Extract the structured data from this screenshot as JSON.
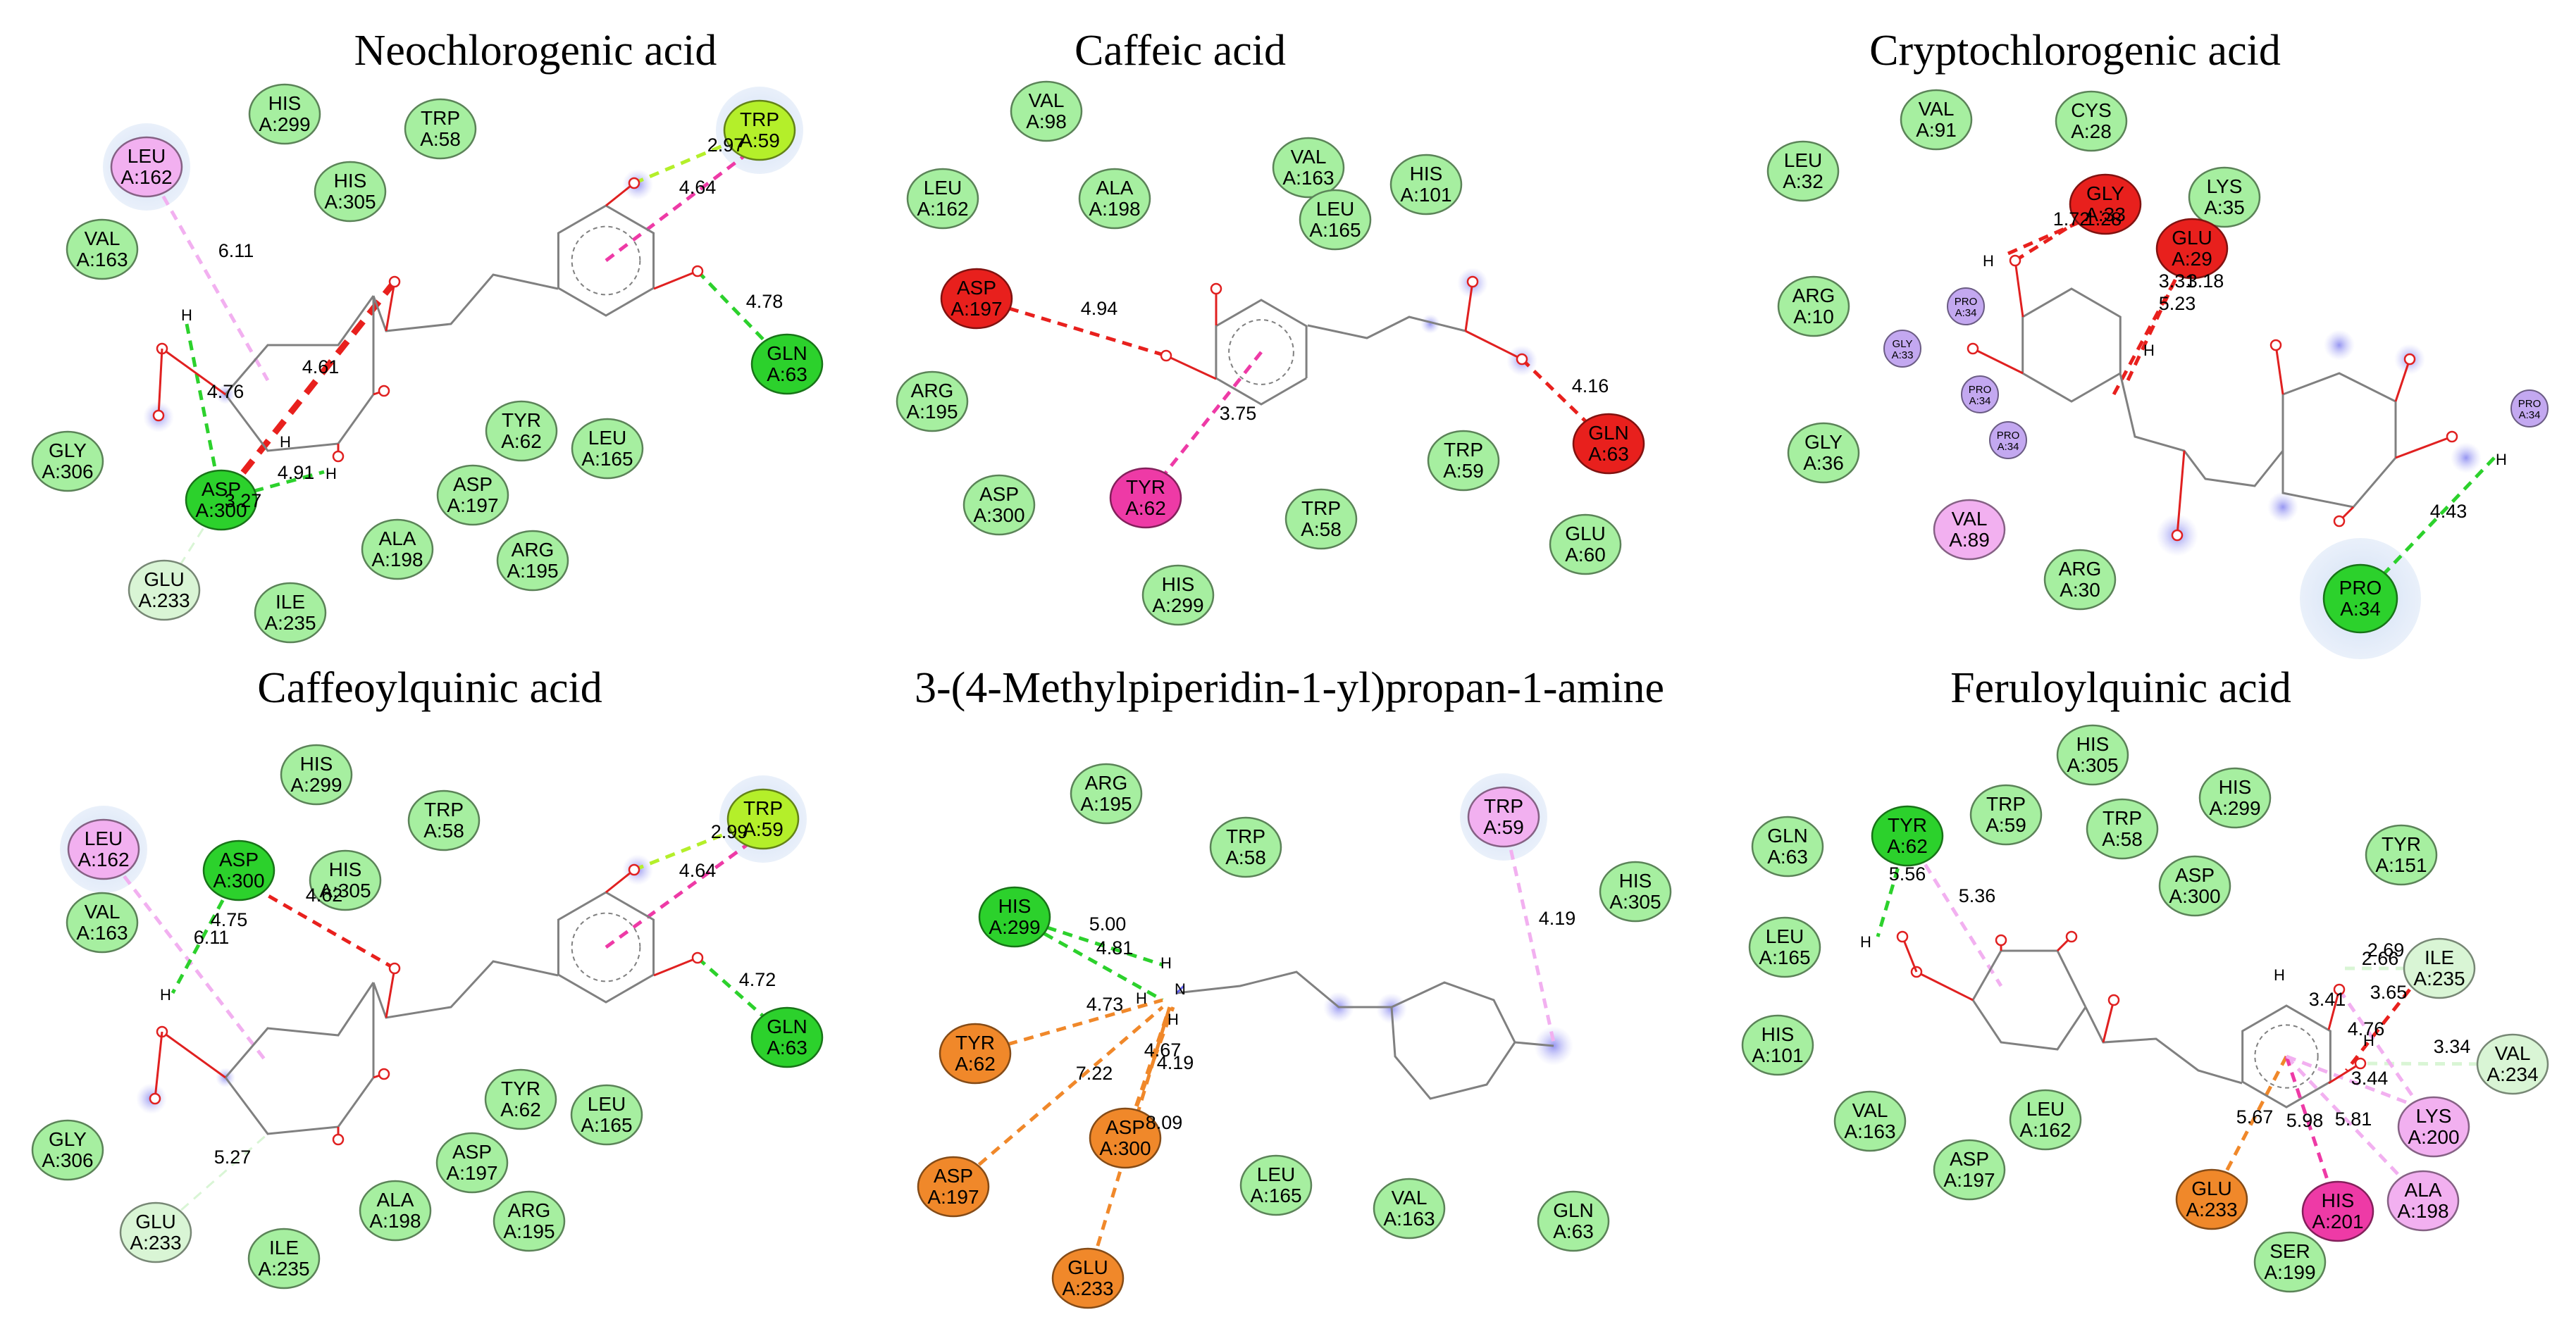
{
  "titles": {
    "p1": "Neochlorogenic acid",
    "p2": "Caffeic acid",
    "p3": "Cryptochlorogenic acid",
    "p4": "Caffeoylquinic acid",
    "p5": "3-(4-Methylpiperidin-1-yl)propan-1-amine",
    "p6": "Feruloylquinic acid"
  },
  "colors": {
    "vdw": "#a6efa0",
    "conv_hbond": "#2cd12c",
    "carbon_hbond": "#d9f5d5",
    "pi_sigma": "#b4ef2a",
    "unfavorable": "#e8201d",
    "pi_pi_tshaped": "#ee3aa6",
    "pi_alkyl": "#f2b0f0",
    "pi_anion": "#f0882a",
    "alkyl": "#c3a8f0",
    "ligand": "#808080",
    "oxygen": "#e02020",
    "nitrogen": "#6060e8"
  },
  "panels": [
    {
      "id": "p1",
      "residues": [
        {
          "name": "HIS",
          "id": "A:299",
          "type": "vdw"
        },
        {
          "name": "TRP",
          "id": "A:58",
          "type": "vdw"
        },
        {
          "name": "LEU",
          "id": "A:162",
          "type": "pi_alkyl"
        },
        {
          "name": "HIS",
          "id": "A:305",
          "type": "vdw"
        },
        {
          "name": "TRP",
          "id": "A:59",
          "type": "pi_sigma"
        },
        {
          "name": "VAL",
          "id": "A:163",
          "type": "vdw"
        },
        {
          "name": "GLN",
          "id": "A:63",
          "type": "conv_hbond"
        },
        {
          "name": "GLY",
          "id": "A:306",
          "type": "vdw"
        },
        {
          "name": "ASP",
          "id": "A:300",
          "type": "conv_hbond"
        },
        {
          "name": "TYR",
          "id": "A:62",
          "type": "vdw"
        },
        {
          "name": "LEU",
          "id": "A:165",
          "type": "vdw"
        },
        {
          "name": "ASP",
          "id": "A:197",
          "type": "vdw"
        },
        {
          "name": "ALA",
          "id": "A:198",
          "type": "vdw"
        },
        {
          "name": "ARG",
          "id": "A:195",
          "type": "vdw"
        },
        {
          "name": "GLU",
          "id": "A:233",
          "type": "carbon_hbond"
        },
        {
          "name": "ILE",
          "id": "A:235",
          "type": "vdw"
        }
      ],
      "distances": [
        "2.97",
        "4.64",
        "6.11",
        "4.78",
        "4.76",
        "4.61",
        "4.91",
        "3.27"
      ],
      "atoms": [
        "H",
        "H",
        "H"
      ]
    },
    {
      "id": "p2",
      "residues": [
        {
          "name": "VAL",
          "id": "A:98",
          "type": "vdw"
        },
        {
          "name": "VAL",
          "id": "A:163",
          "type": "vdw"
        },
        {
          "name": "HIS",
          "id": "A:101",
          "type": "vdw"
        },
        {
          "name": "LEU",
          "id": "A:162",
          "type": "vdw"
        },
        {
          "name": "ALA",
          "id": "A:198",
          "type": "vdw"
        },
        {
          "name": "LEU",
          "id": "A:165",
          "type": "vdw"
        },
        {
          "name": "ASP",
          "id": "A:197",
          "type": "unfavorable"
        },
        {
          "name": "ARG",
          "id": "A:195",
          "type": "vdw"
        },
        {
          "name": "GLN",
          "id": "A:63",
          "type": "unfavorable"
        },
        {
          "name": "TYR",
          "id": "A:62",
          "type": "pi_pi_tshaped"
        },
        {
          "name": "TRP",
          "id": "A:59",
          "type": "vdw"
        },
        {
          "name": "ASP",
          "id": "A:300",
          "type": "vdw"
        },
        {
          "name": "TRP",
          "id": "A:58",
          "type": "vdw"
        },
        {
          "name": "GLU",
          "id": "A:60",
          "type": "vdw"
        },
        {
          "name": "HIS",
          "id": "A:299",
          "type": "vdw"
        }
      ],
      "distances": [
        "4.94",
        "4.16",
        "3.75"
      ]
    },
    {
      "id": "p3",
      "residues": [
        {
          "name": "VAL",
          "id": "A:91",
          "type": "vdw"
        },
        {
          "name": "CYS",
          "id": "A:28",
          "type": "vdw"
        },
        {
          "name": "LEU",
          "id": "A:32",
          "type": "vdw"
        },
        {
          "name": "GLY",
          "id": "A:33",
          "type": "unfavorable"
        },
        {
          "name": "LYS",
          "id": "A:35",
          "type": "vdw"
        },
        {
          "name": "GLU",
          "id": "A:29",
          "type": "unfavorable"
        },
        {
          "name": "ARG",
          "id": "A:10",
          "type": "vdw"
        },
        {
          "name": "GLY",
          "id": "A:36",
          "type": "vdw"
        },
        {
          "name": "VAL",
          "id": "A:89",
          "type": "pi_alkyl"
        },
        {
          "name": "ARG",
          "id": "A:30",
          "type": "vdw"
        },
        {
          "name": "PRO",
          "id": "A:34",
          "type": "conv_hbond"
        }
      ],
      "small_residues": [
        {
          "name": "PRO",
          "id": "A:34"
        },
        {
          "name": "GLY",
          "id": "A:33"
        },
        {
          "name": "PRO",
          "id": "A:34"
        },
        {
          "name": "PRO",
          "id": "A:34"
        },
        {
          "name": "PRO",
          "id": "A:34"
        }
      ],
      "distances": [
        "1.72",
        "1.28",
        "3.31",
        "3.18",
        "5.23",
        "4.43"
      ],
      "atoms": [
        "H",
        "H",
        "H"
      ]
    },
    {
      "id": "p4",
      "residues": [
        {
          "name": "HIS",
          "id": "A:299",
          "type": "vdw"
        },
        {
          "name": "TRP",
          "id": "A:58",
          "type": "vdw"
        },
        {
          "name": "LEU",
          "id": "A:162",
          "type": "pi_alkyl"
        },
        {
          "name": "ASP",
          "id": "A:300",
          "type": "conv_hbond"
        },
        {
          "name": "HIS",
          "id": "A:305",
          "type": "vdw"
        },
        {
          "name": "TRP",
          "id": "A:59",
          "type": "pi_sigma"
        },
        {
          "name": "VAL",
          "id": "A:163",
          "type": "vdw"
        },
        {
          "name": "GLN",
          "id": "A:63",
          "type": "conv_hbond"
        },
        {
          "name": "GLY",
          "id": "A:306",
          "type": "vdw"
        },
        {
          "name": "TYR",
          "id": "A:62",
          "type": "vdw"
        },
        {
          "name": "LEU",
          "id": "A:165",
          "type": "vdw"
        },
        {
          "name": "ASP",
          "id": "A:197",
          "type": "vdw"
        },
        {
          "name": "ALA",
          "id": "A:198",
          "type": "vdw"
        },
        {
          "name": "ARG",
          "id": "A:195",
          "type": "vdw"
        },
        {
          "name": "GLU",
          "id": "A:233",
          "type": "carbon_hbond"
        },
        {
          "name": "ILE",
          "id": "A:235",
          "type": "vdw"
        }
      ],
      "distances": [
        "2.99",
        "4.64",
        "4.75",
        "4.62",
        "6.11",
        "4.72",
        "5.27"
      ],
      "atoms": [
        "H"
      ]
    },
    {
      "id": "p5",
      "residues": [
        {
          "name": "ARG",
          "id": "A:195",
          "type": "vdw"
        },
        {
          "name": "TRP",
          "id": "A:58",
          "type": "vdw"
        },
        {
          "name": "TRP",
          "id": "A:59",
          "type": "pi_alkyl"
        },
        {
          "name": "HIS",
          "id": "A:305",
          "type": "vdw"
        },
        {
          "name": "HIS",
          "id": "A:299",
          "type": "conv_hbond"
        },
        {
          "name": "TYR",
          "id": "A:62",
          "type": "pi_anion"
        },
        {
          "name": "ASP",
          "id": "A:300",
          "type": "pi_anion"
        },
        {
          "name": "ASP",
          "id": "A:197",
          "type": "pi_anion"
        },
        {
          "name": "GLU",
          "id": "A:233",
          "type": "pi_anion"
        },
        {
          "name": "LEU",
          "id": "A:165",
          "type": "vdw"
        },
        {
          "name": "VAL",
          "id": "A:163",
          "type": "vdw"
        },
        {
          "name": "GLN",
          "id": "A:63",
          "type": "vdw"
        }
      ],
      "distances": [
        "5.00",
        "4.81",
        "4.73",
        "4.67",
        "4.19",
        "7.22",
        "8.09",
        "4.19"
      ],
      "atoms": [
        "H",
        "H",
        "H",
        "N"
      ]
    },
    {
      "id": "p6",
      "residues": [
        {
          "name": "HIS",
          "id": "A:305",
          "type": "vdw"
        },
        {
          "name": "GLN",
          "id": "A:63",
          "type": "vdw"
        },
        {
          "name": "TYR",
          "id": "A:62",
          "type": "conv_hbond"
        },
        {
          "name": "TRP",
          "id": "A:59",
          "type": "vdw"
        },
        {
          "name": "TRP",
          "id": "A:58",
          "type": "vdw"
        },
        {
          "name": "HIS",
          "id": "A:299",
          "type": "vdw"
        },
        {
          "name": "TYR",
          "id": "A:151",
          "type": "vdw"
        },
        {
          "name": "ASP",
          "id": "A:300",
          "type": "vdw"
        },
        {
          "name": "LEU",
          "id": "A:165",
          "type": "vdw"
        },
        {
          "name": "ILE",
          "id": "A:235",
          "type": "carbon_hbond"
        },
        {
          "name": "HIS",
          "id": "A:101",
          "type": "vdw"
        },
        {
          "name": "VAL",
          "id": "A:234",
          "type": "carbon_hbond"
        },
        {
          "name": "VAL",
          "id": "A:163",
          "type": "vdw"
        },
        {
          "name": "LEU",
          "id": "A:162",
          "type": "vdw"
        },
        {
          "name": "ASP",
          "id": "A:197",
          "type": "vdw"
        },
        {
          "name": "LYS",
          "id": "A:200",
          "type": "pi_alkyl"
        },
        {
          "name": "GLU",
          "id": "A:233",
          "type": "pi_anion"
        },
        {
          "name": "HIS",
          "id": "A:201",
          "type": "pi_pi_tshaped"
        },
        {
          "name": "ALA",
          "id": "A:198",
          "type": "pi_alkyl"
        },
        {
          "name": "SER",
          "id": "A:199",
          "type": "vdw"
        }
      ],
      "distances": [
        "5.56",
        "5.36",
        "2.69",
        "2.66",
        "3.65",
        "3.41",
        "4.76",
        "3.34",
        "3.44",
        "5.67",
        "5.98",
        "5.81"
      ],
      "atoms": [
        "H",
        "H",
        "H"
      ]
    }
  ]
}
